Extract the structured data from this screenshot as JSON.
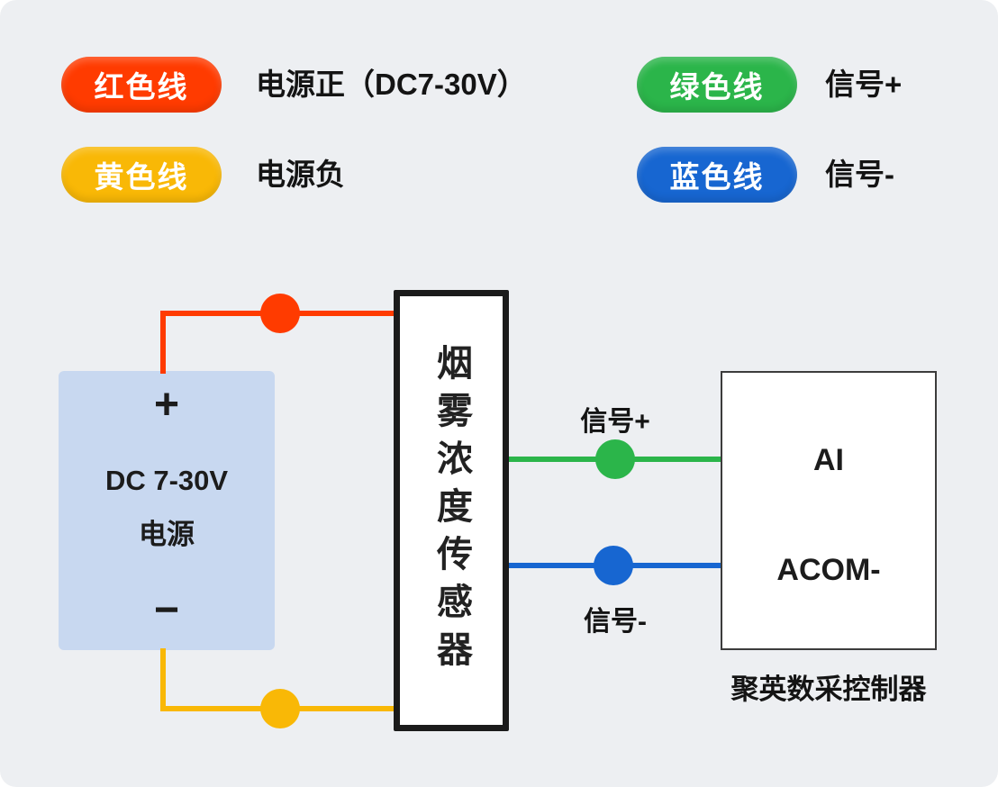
{
  "legend": {
    "items": [
      {
        "id": "red",
        "pill": "红色线",
        "color": "#ff3b00",
        "label": "电源正（DC7-30V）"
      },
      {
        "id": "yellow",
        "pill": "黄色线",
        "color": "#f9b806",
        "label": "电源负"
      },
      {
        "id": "green",
        "pill": "绿色线",
        "color": "#2bb54a",
        "label": "信号+"
      },
      {
        "id": "blue",
        "pill": "蓝色线",
        "color": "#1766d1",
        "label": "信号-"
      }
    ]
  },
  "diagram": {
    "power_box": {
      "plus": "+",
      "name_line1": "DC 7-30V",
      "name_line2": "电源",
      "minus": "−"
    },
    "sensor_box": {
      "label": "烟雾浓度传感器"
    },
    "controller_box": {
      "terminal_ai": "AI",
      "terminal_acom": "ACOM-",
      "caption": "聚英数采控制器"
    },
    "wires": {
      "red": {
        "color": "#ff3b00"
      },
      "yellow": {
        "color": "#f9b806"
      },
      "green": {
        "color": "#2bb54a",
        "label": "信号+"
      },
      "blue": {
        "color": "#1766d1",
        "label": "信号-"
      }
    }
  }
}
